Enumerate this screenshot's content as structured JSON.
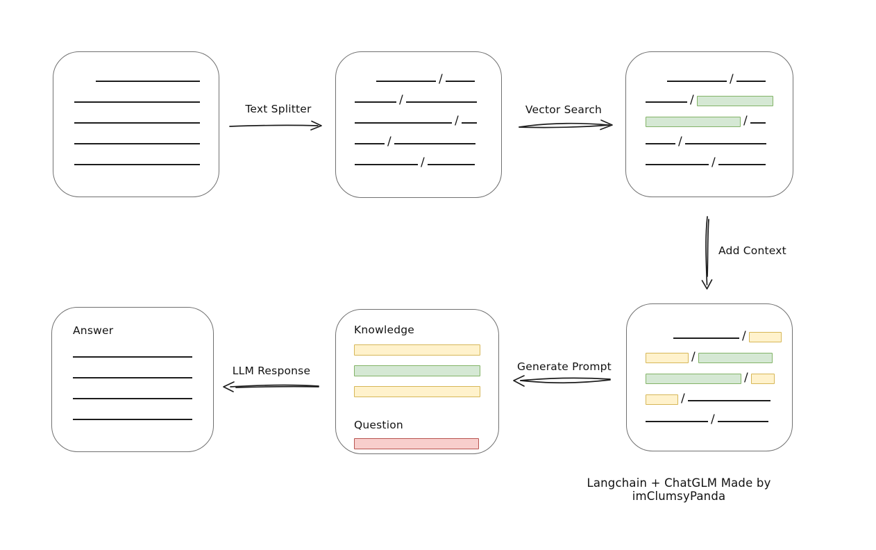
{
  "caption": "Langchain + ChatGLM Made by imClumsyPanda",
  "colors": {
    "green_fill": "#d5e8d4",
    "green_border": "#82b366",
    "yellow_fill": "#fff2cc",
    "yellow_border": "#d6b656",
    "red_fill": "#f8cecc",
    "red_border": "#b85450",
    "box_border": "#6f6f6f",
    "line": "#1c1c1c"
  },
  "arrows": [
    {
      "id": "text-splitter",
      "label": "Text Splitter",
      "direction": "right"
    },
    {
      "id": "vector-search",
      "label": "Vector Search",
      "direction": "right"
    },
    {
      "id": "add-context",
      "label": "Add Context",
      "direction": "down"
    },
    {
      "id": "generate-prompt",
      "label": "Generate Prompt",
      "direction": "left"
    },
    {
      "id": "llm-response",
      "label": "LLM Response",
      "direction": "left"
    }
  ],
  "boxes": {
    "document": {
      "rows": [
        [
          {
            "t": "gap",
            "w": 31
          },
          {
            "t": "line",
            "w": 150
          }
        ],
        [
          {
            "t": "line",
            "w": 181
          }
        ],
        [
          {
            "t": "line",
            "w": 181
          }
        ],
        [
          {
            "t": "line",
            "w": 181
          }
        ],
        [
          {
            "t": "line",
            "w": 181
          }
        ]
      ]
    },
    "split_text": {
      "rows": [
        [
          {
            "t": "gap",
            "w": 31
          },
          {
            "t": "line",
            "w": 86
          },
          {
            "t": "slash"
          },
          {
            "t": "line",
            "w": 42
          }
        ],
        [
          {
            "t": "line",
            "w": 60
          },
          {
            "t": "slash"
          },
          {
            "t": "line",
            "w": 102
          }
        ],
        [
          {
            "t": "line",
            "w": 140
          },
          {
            "t": "slash"
          },
          {
            "t": "line",
            "w": 22
          }
        ],
        [
          {
            "t": "line",
            "w": 43
          },
          {
            "t": "slash"
          },
          {
            "t": "line",
            "w": 117
          }
        ],
        [
          {
            "t": "line",
            "w": 91
          },
          {
            "t": "slash"
          },
          {
            "t": "line",
            "w": 68
          }
        ]
      ]
    },
    "search_results": {
      "rows": [
        [
          {
            "t": "gap",
            "w": 31
          },
          {
            "t": "line",
            "w": 86
          },
          {
            "t": "slash"
          },
          {
            "t": "line",
            "w": 42
          }
        ],
        [
          {
            "t": "line",
            "w": 60
          },
          {
            "t": "slash"
          },
          {
            "t": "chip",
            "c": "green",
            "w": 110
          }
        ],
        [
          {
            "t": "chip",
            "c": "green",
            "w": 137
          },
          {
            "t": "slash"
          },
          {
            "t": "line",
            "w": 22
          }
        ],
        [
          {
            "t": "line",
            "w": 43
          },
          {
            "t": "slash"
          },
          {
            "t": "line",
            "w": 117
          }
        ],
        [
          {
            "t": "line",
            "w": 91
          },
          {
            "t": "slash"
          },
          {
            "t": "line",
            "w": 68
          }
        ]
      ]
    },
    "context": {
      "rows": [
        [
          {
            "t": "gap",
            "w": 40
          },
          {
            "t": "line",
            "w": 95
          },
          {
            "t": "slash"
          },
          {
            "t": "chip",
            "c": "yellow",
            "w": 47
          }
        ],
        [
          {
            "t": "chip",
            "c": "yellow",
            "w": 62
          },
          {
            "t": "slash"
          },
          {
            "t": "chip",
            "c": "green",
            "w": 107
          }
        ],
        [
          {
            "t": "chip",
            "c": "green",
            "w": 138
          },
          {
            "t": "slash"
          },
          {
            "t": "chip",
            "c": "yellow",
            "w": 34
          }
        ],
        [
          {
            "t": "chip",
            "c": "yellow",
            "w": 47
          },
          {
            "t": "slash"
          },
          {
            "t": "line",
            "w": 119
          }
        ],
        [
          {
            "t": "line",
            "w": 90
          },
          {
            "t": "slash"
          },
          {
            "t": "line",
            "w": 73
          }
        ]
      ]
    },
    "prompt": {
      "knowledge_label": "Knowledge",
      "question_label": "Question",
      "knowledge_rows": [
        [
          {
            "t": "chip",
            "c": "yellow",
            "w": 183
          }
        ],
        [
          {
            "t": "chip",
            "c": "green",
            "w": 183
          }
        ],
        [
          {
            "t": "chip",
            "c": "yellow",
            "w": 183
          }
        ]
      ],
      "question_rows": [
        [
          {
            "t": "chip",
            "c": "red",
            "w": 180
          }
        ]
      ]
    },
    "answer": {
      "label": "Answer",
      "rows": [
        [
          {
            "t": "line",
            "w": 182
          }
        ],
        [
          {
            "t": "line",
            "w": 182
          }
        ],
        [
          {
            "t": "line",
            "w": 182
          }
        ],
        [
          {
            "t": "line",
            "w": 182
          }
        ]
      ]
    }
  }
}
